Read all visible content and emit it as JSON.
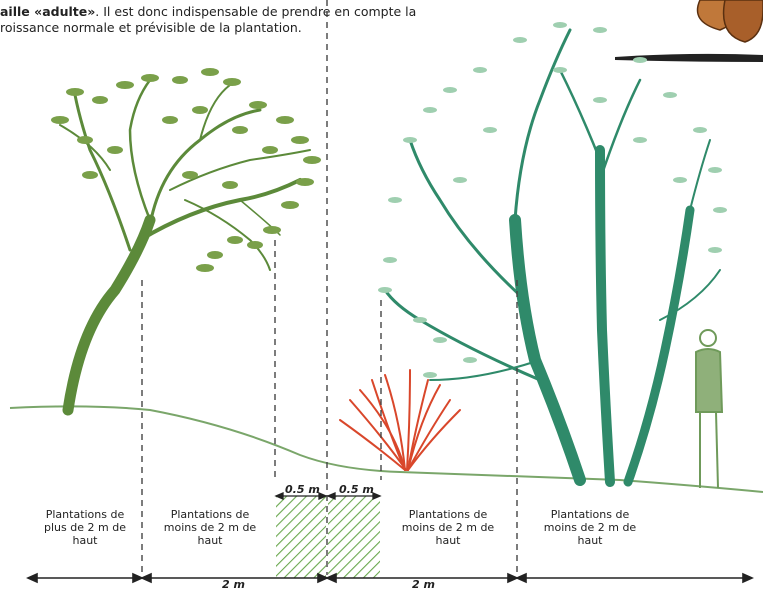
{
  "intro": {
    "line1_bold": "aille «adulte»",
    "line1_rest": ". Il est donc indispensable de prendre en compte la",
    "line2": "roissance normale et prévisible de la plantation."
  },
  "zones": [
    {
      "label": "Plantations de plus de 2 m de haut"
    },
    {
      "label": "Plantations de moins de 2 m de haut"
    },
    {
      "label": "Plantations de moins de 2 m de haut"
    },
    {
      "label": "Plantations de moins de 2 m de haut"
    }
  ],
  "dimensions": {
    "left_half": "0.5 m",
    "right_half": "0.5 m",
    "left_span": "2 m",
    "right_span": "2 m"
  },
  "colors": {
    "tree_left": "#5c8a3a",
    "tree_right": "#2f8a6a",
    "shrub": "#d9472b",
    "hatch": "#6aa84f",
    "ground": "#7aa66a",
    "person": "#6f9a5a"
  }
}
